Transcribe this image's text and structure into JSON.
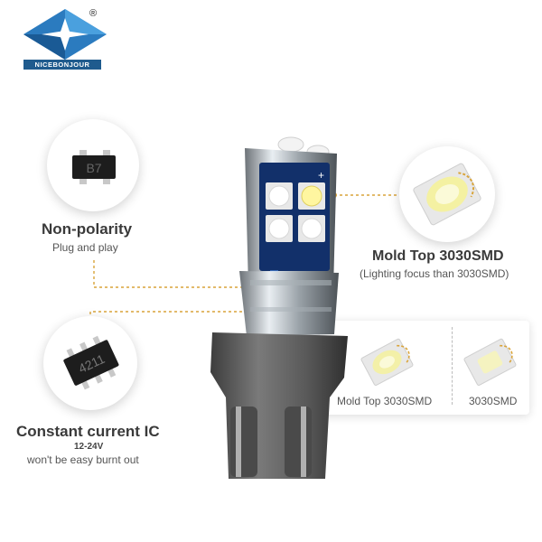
{
  "brand": {
    "name": "NICEBONJOUR",
    "registered": "®"
  },
  "features": {
    "non_polarity": {
      "title": "Non-polarity",
      "subtitle": "Plug and play",
      "chip_label": "B7"
    },
    "constant_current": {
      "title": "Constant current IC",
      "voltage": "12-24V",
      "subtitle": "won't be easy burnt out",
      "chip_label": "4211"
    },
    "mold_top": {
      "title": "Mold Top 3030SMD",
      "subtitle": "(Lighting focus than 3030SMD)"
    }
  },
  "comparison": {
    "left_label": "Mold Top 3030SMD",
    "right_label": "3030SMD"
  },
  "bulb": {
    "plus": "+",
    "minus": "—"
  },
  "colors": {
    "accent": "#d9a43a",
    "logo_blue": "#1f5b8e",
    "pcb_blue": "#12306a",
    "base_gray": "#5a5a5a"
  }
}
